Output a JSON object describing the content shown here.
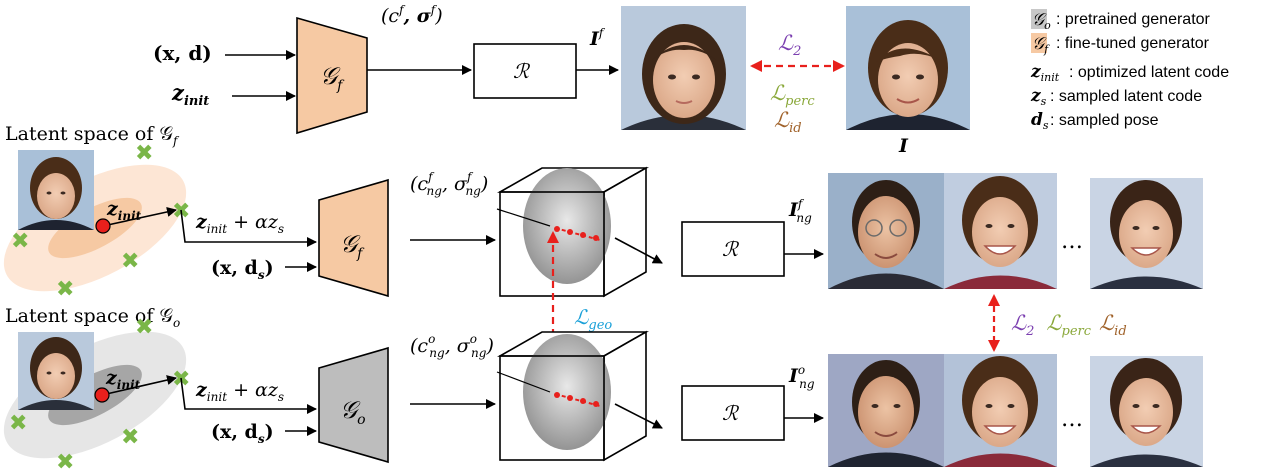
{
  "legend": {
    "items": [
      {
        "symbol": "𝒢",
        "sub": "o",
        "text": ": pretrained generator",
        "swatch": "#c8c8c8"
      },
      {
        "symbol": "𝒢",
        "sub": "f",
        "text": ": fine-tuned generator",
        "swatch": "#f6c9a3"
      },
      {
        "symbol": "z",
        "sub": "init",
        "text": ": optimized latent code"
      },
      {
        "symbol": "z",
        "sub": "s",
        "text": ": sampled latent code"
      },
      {
        "symbol": "d",
        "sub": "s",
        "text": " : sampled pose"
      }
    ]
  },
  "top_row": {
    "input_xd": "(x, d)",
    "input_z": "z",
    "input_z_sub": "init",
    "generator": "𝒢",
    "generator_sub": "f",
    "output_label": "(c",
    "output_label_sup": "f",
    "output_label_mid": ", σ",
    "output_label_sup2": "f",
    "output_label_end": ")",
    "renderer": "ℛ",
    "image_label": "I",
    "image_label_sup": "f",
    "loss_l2": "ℒ",
    "loss_l2_sub": "2",
    "loss_perc": "ℒ",
    "loss_perc_sub": "perc",
    "loss_id": "ℒ",
    "loss_id_sub": "id",
    "target_label": "I"
  },
  "middle_row": {
    "latent_title": "Latent space of 𝒢",
    "latent_title_sub": "f",
    "z_init": "z",
    "z_init_sub": "init",
    "sum_label": "z",
    "sum_label_sub": "init",
    "sum_label_rest": " + αz",
    "sum_label_sub2": "s",
    "input_xd": "(x, d",
    "input_xd_sub": "s",
    "input_xd_end": ")",
    "generator": "𝒢",
    "generator_sub": "f",
    "output_label": "(c",
    "output_label_sup": "f",
    "output_label_sub": "ng",
    "output_label_mid": ", σ",
    "output_label_sup2": "f",
    "output_label_sub2": "ng",
    "output_label_end": ")",
    "renderer": "ℛ",
    "image_label": "I",
    "image_label_sup": "f",
    "image_label_sub": "ng",
    "ellipsis": "…"
  },
  "geo_loss": {
    "symbol": "ℒ",
    "sub": "geo"
  },
  "right_loss": {
    "l2": "ℒ",
    "l2_sub": "2",
    "perc": "ℒ",
    "perc_sub": "perc",
    "id": "ℒ",
    "id_sub": "id"
  },
  "bottom_row": {
    "latent_title": "Latent space of 𝒢",
    "latent_title_sub": "o",
    "z_init": "z",
    "z_init_sub": "init",
    "sum_label": "z",
    "sum_label_sub": "init",
    "sum_label_rest": " + αz",
    "sum_label_sub2": "s",
    "input_xd": "(x, d",
    "input_xd_sub": "s",
    "input_xd_end": ")",
    "generator": "𝒢",
    "generator_sub": "o",
    "output_label": "(c",
    "output_label_sup": "o",
    "output_label_sub": "ng",
    "output_label_mid": ", σ",
    "output_label_sup2": "o",
    "output_label_sub2": "ng",
    "output_label_end": ")",
    "renderer": "ℛ",
    "image_label": "I",
    "image_label_sup": "o",
    "image_label_sub": "ng",
    "ellipsis": "…"
  },
  "colors": {
    "finetuned_fill": "#f6c9a3",
    "pretrained_fill": "#bdbdbd",
    "l2_color": "#7b3fb0",
    "perc_color": "#8aa83a",
    "id_color": "#a0622a",
    "geo_color": "#1aa0d8",
    "dashed_red": "#e8201c"
  }
}
